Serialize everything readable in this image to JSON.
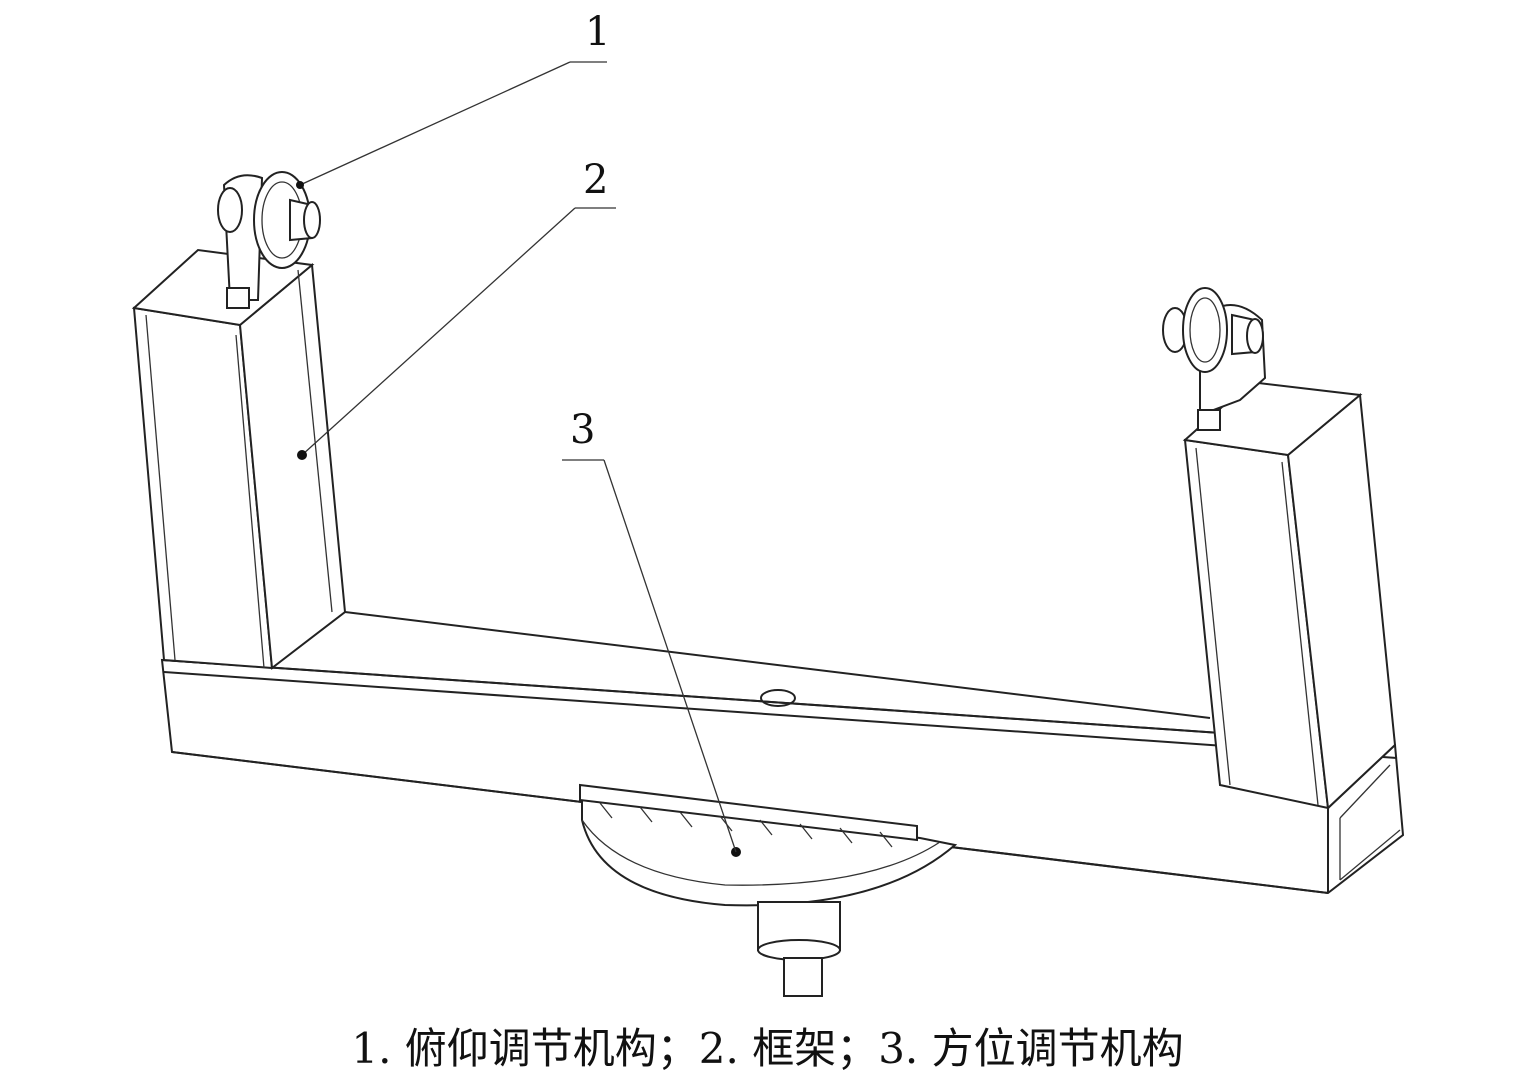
{
  "labels": {
    "one": "1",
    "two": "2",
    "three": "3"
  },
  "caption": "1. 俯仰调节机构；2. 框架；3. 方位调节机构",
  "colors": {
    "line": "#222222",
    "background": "#ffffff"
  }
}
